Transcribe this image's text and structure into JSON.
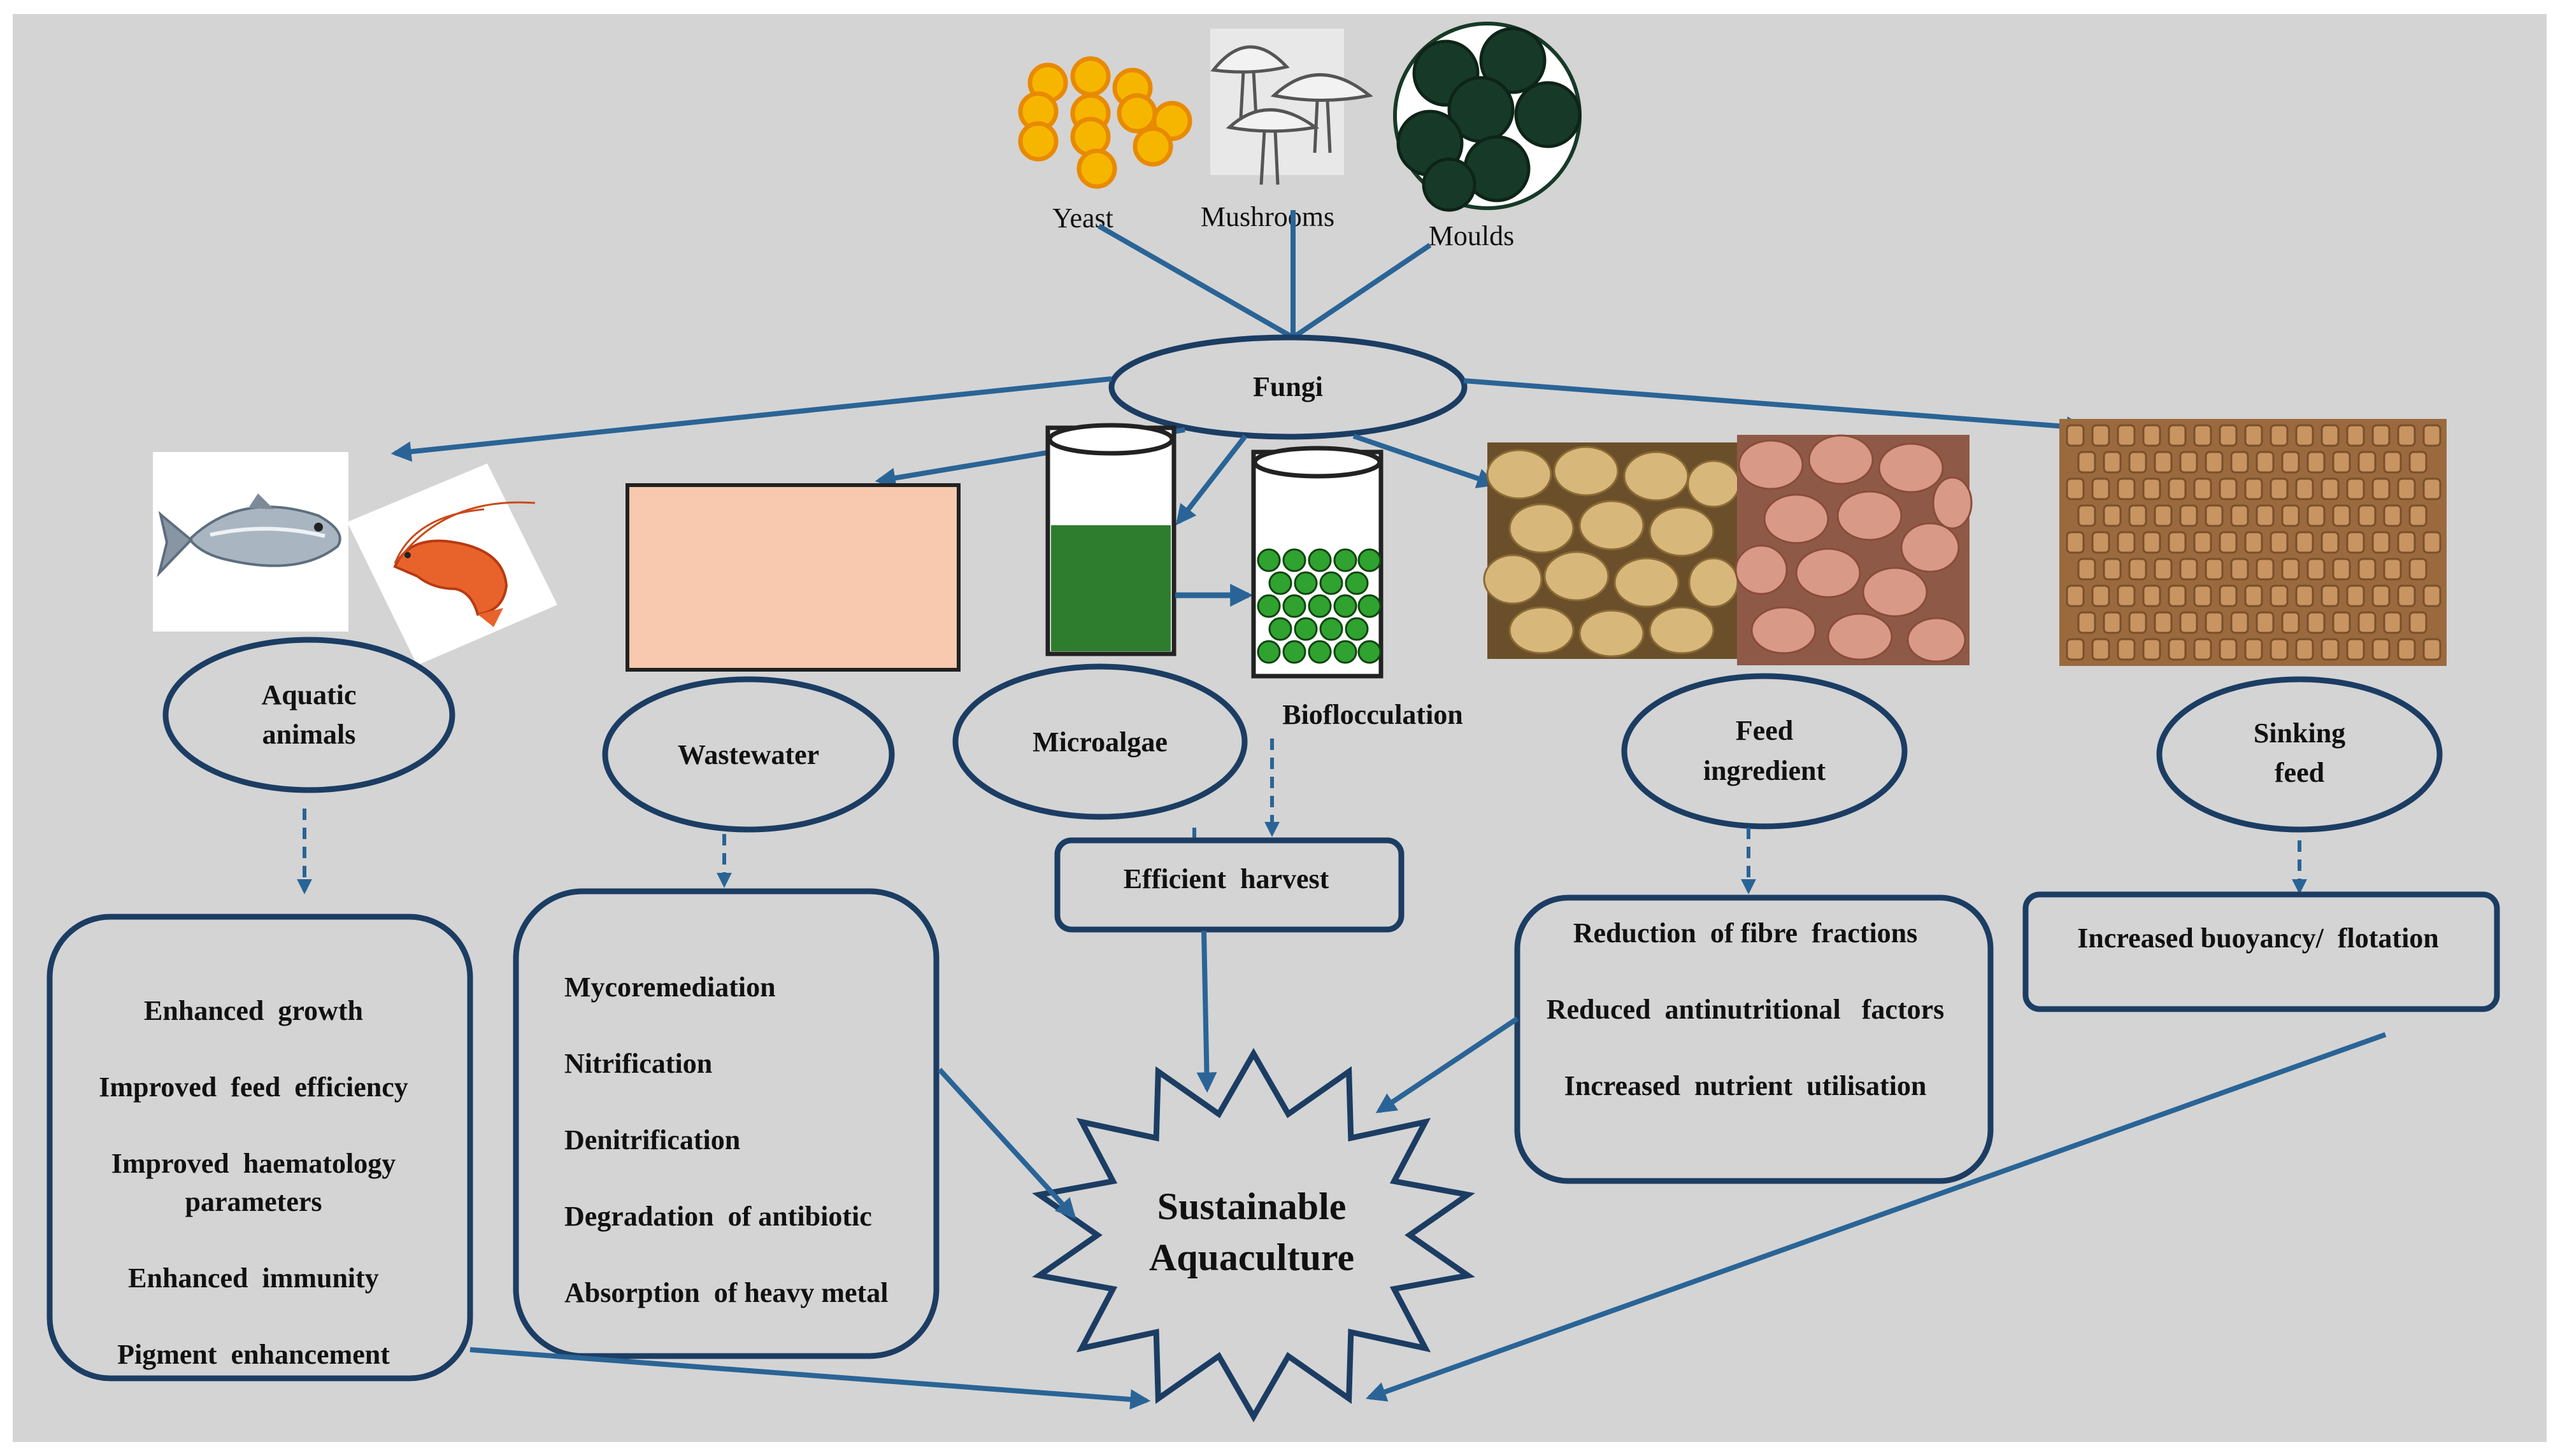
{
  "colors": {
    "background": "#d4d4d4",
    "border": "#1c3d63",
    "arrow": "#2a6496",
    "wastewater_fill": "#f8c9ae",
    "algae_green": "#2e7d2e",
    "yeast_orange": "#f6b600",
    "mould_dark": "#173a28"
  },
  "sources": {
    "yeast": "Yeast",
    "mushrooms": "Mushrooms",
    "moulds": "Moulds"
  },
  "center": "Fungi",
  "applications": {
    "aquatic": {
      "line1": "Aquatic",
      "line2": "animals"
    },
    "wastewater": "Wastewater",
    "microalgae": "Microalgae",
    "bioflocculation": "Bioflocculation",
    "feed": {
      "line1": "Feed",
      "line2": "ingredient"
    },
    "sinking": {
      "line1": "Sinking",
      "line2": "feed"
    }
  },
  "outcomes": {
    "aquatic": {
      "growth": "Enhanced  growth",
      "feed_efficiency": "Improved  feed  efficiency",
      "haematology_1": "Improved  haematology",
      "haematology_2": "parameters",
      "immunity": "Enhanced  immunity",
      "pigment": "Pigment  enhancement"
    },
    "wastewater": {
      "mycoremediation": "Mycoremediation",
      "nitrification": "Nitrification",
      "denitrification": "Denitrification",
      "antibiotic": "Degradation  of antibiotic",
      "heavy_metal": "Absorption  of heavy metal"
    },
    "microalgae": "Efficient  harvest",
    "feed": {
      "fibre": "Reduction  of fibre  fractions",
      "antinutritional": "Reduced  antinutritional   factors",
      "nutrient": "Increased  nutrient  utilisation"
    },
    "sinking": "Increased buoyancy/  flotation"
  },
  "goal": {
    "line1": "Sustainable",
    "line2": "Aquaculture"
  },
  "icons": {
    "yeast": "yeast-cells-icon",
    "mushrooms": "mushroom-icon",
    "moulds": "mould-spores-icon",
    "fish": "fish-icon",
    "shrimp": "shrimp-icon",
    "beaker": "beaker-icon",
    "soybeans": "soybean-icon",
    "peanuts": "peanut-icon",
    "pellets": "feed-pellet-icon"
  }
}
